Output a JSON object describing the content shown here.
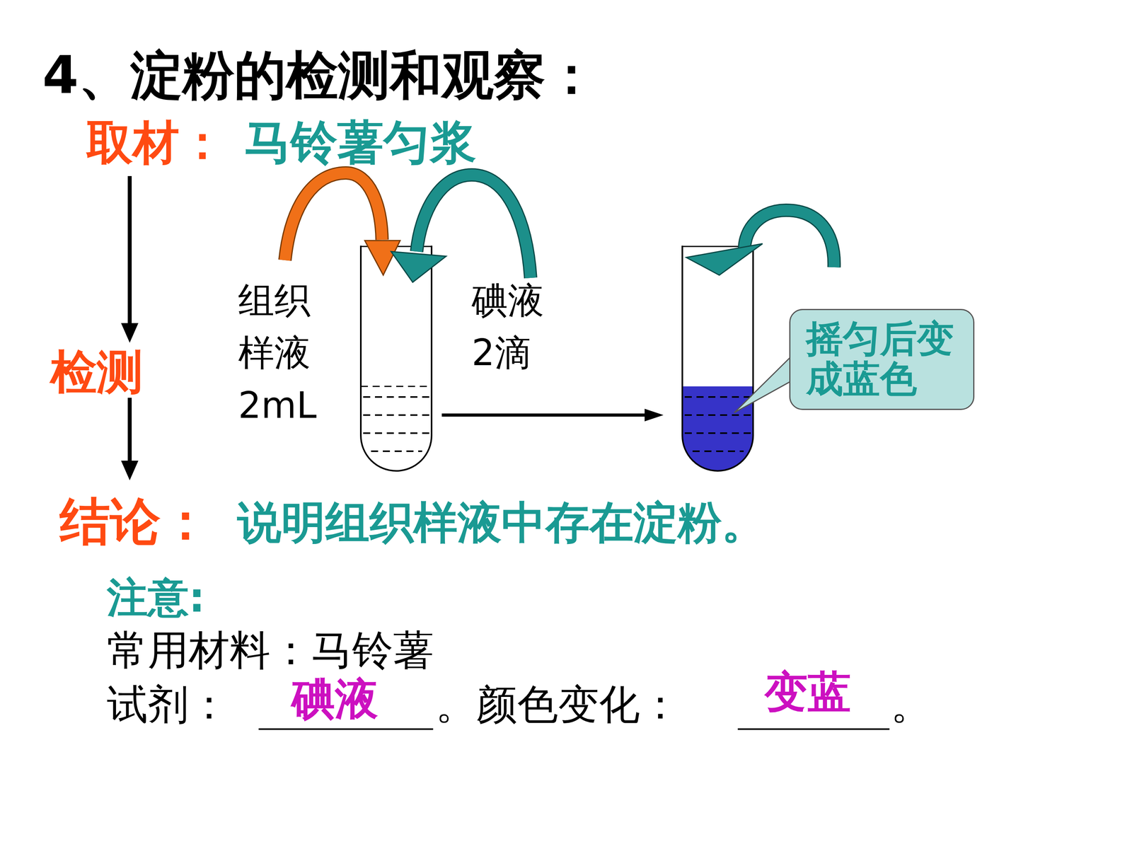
{
  "diagram": {
    "title": "4、淀粉的检测和观察：",
    "nodes": [
      {
        "text": [
          "摇匀后变成蓝色"
        ]
      }
    ],
    "labels": [
      "取材：",
      "马铃薯匀浆",
      "组织 样液 2mL",
      "碘液 2滴",
      "检测",
      "结论：",
      "说明组织样液中存在淀粉。",
      "注意:",
      "常用材料：马铃薯",
      "试剂：",
      "碘液",
      "。颜色变化：",
      "变蓝",
      "。"
    ]
  }
}
